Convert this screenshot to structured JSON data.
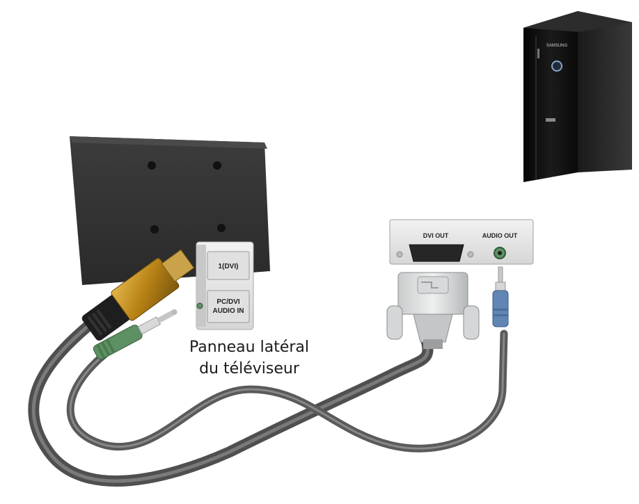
{
  "pc": {
    "brand": "SAMSUNG"
  },
  "tv_panel": {
    "port_dvi_label": "1(DVI)",
    "port_audio_label_line1": "PC/DVI",
    "port_audio_label_line2": "AUDIO IN"
  },
  "pc_panel": {
    "dvi_out_label": "DVI OUT",
    "audio_out_label": "AUDIO OUT"
  },
  "caption": {
    "line1": "Panneau latéral",
    "line2": "du téléviseur"
  },
  "colors": {
    "cable_gray": "#5f5f5f",
    "hdmi_gold": "#c08a1a",
    "audio_green": "#5d9164",
    "audio_blue": "#5f86b5",
    "panel_bg": "#e8e8e8"
  }
}
